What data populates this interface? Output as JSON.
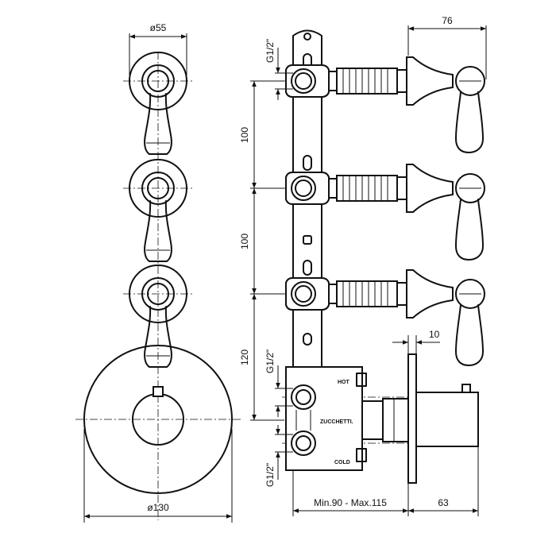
{
  "front_view": {
    "top_width_label": "ø55",
    "bottom_width_label": "ø130"
  },
  "side_view": {
    "thread_label_top": "G1/2\"",
    "thread_label_mid": "G1/2\"",
    "thread_label_bottom": "G1/2\"",
    "spacing_upper": "100",
    "spacing_middle": "100",
    "spacing_lower": "120",
    "handle_depth": "76",
    "plate_thickness": "10",
    "wall_depth": "Min.90 - Max.115",
    "knob_depth": "63",
    "port_hot_label": "HOT",
    "port_cold_label": "COLD",
    "brand_label": "ZUCCHETTI."
  }
}
